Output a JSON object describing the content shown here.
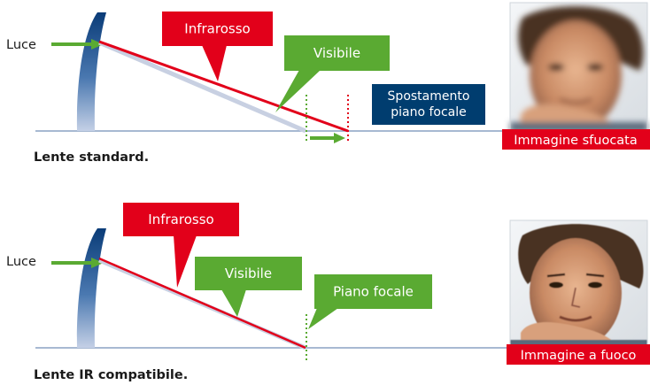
{
  "colors": {
    "red": "#e2001a",
    "green": "#5aaa32",
    "navy": "#003d6f",
    "axis": "#8aa2c4",
    "visible_ray": "#c8d0e2"
  },
  "top": {
    "light_label": "Luce",
    "infrared_label": "Infrarosso",
    "visible_label": "Visibile",
    "shift_label_line1": "Spostamento",
    "shift_label_line2": "piano focale",
    "image_caption": "Immagine sfuocata",
    "lens_caption": "Lente standard."
  },
  "bottom": {
    "light_label": "Luce",
    "infrared_label": "Infrarosso",
    "visible_label": "Visibile",
    "focal_plane_label": "Piano focale",
    "image_caption": "Immagine a fuoco",
    "lens_caption": "Lente IR compatibile."
  }
}
